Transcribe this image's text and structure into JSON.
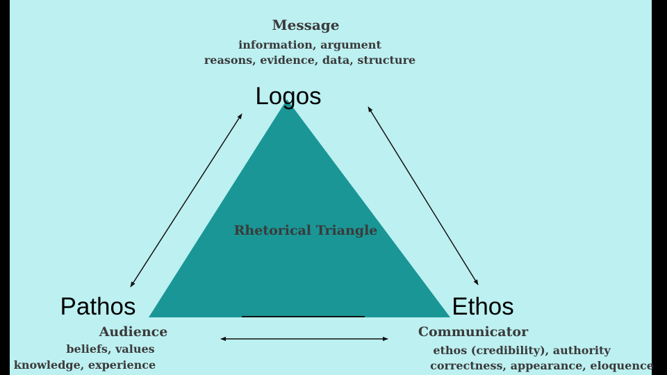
{
  "colors": {
    "background": "#bdf0f1",
    "triangle": "#1a9696",
    "frame": "#000000",
    "arrow": "#111111"
  },
  "message": {
    "title": "Message",
    "line1": "information, argument",
    "line2": "reasons, evidence, data, structure"
  },
  "logos": "Logos",
  "pathos": "Pathos",
  "ethos": "Ethos",
  "triangle_label": "Rhetorical Triangle",
  "audience": {
    "title": "Audience",
    "line1": "beliefs, values",
    "line2": "knowledge, experience"
  },
  "communicator": {
    "title": "Communicator",
    "line1": "ethos (credibility), authority",
    "line2": "correctness, appearance, eloquence"
  }
}
